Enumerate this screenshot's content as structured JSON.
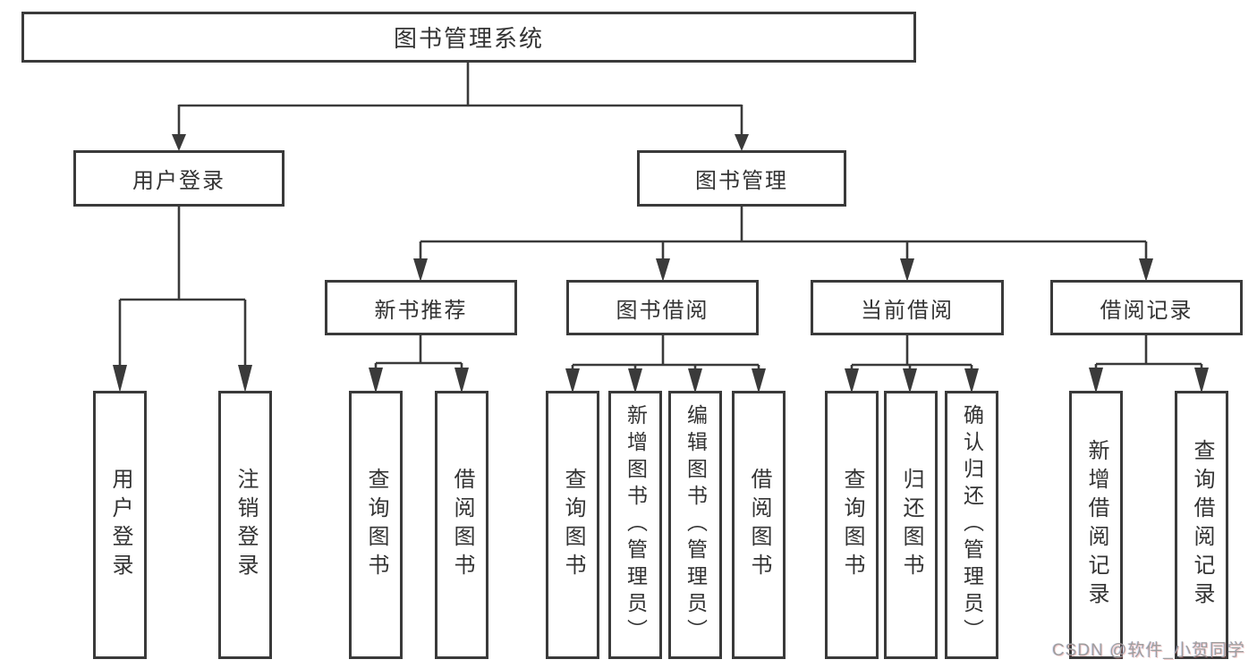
{
  "tree": {
    "root": {
      "label": "图书管理系统"
    },
    "branches": [
      {
        "label": "用户登录",
        "children": [
          {
            "label": "用户登录"
          },
          {
            "label": "注销登录"
          }
        ]
      },
      {
        "label": "图书管理",
        "children": [
          {
            "label": "新书推荐",
            "children": [
              {
                "label": "查询图书"
              },
              {
                "label": "借阅图书"
              }
            ]
          },
          {
            "label": "图书借阅",
            "children": [
              {
                "label": "查询图书"
              },
              {
                "label": "新增图书（管理员）"
              },
              {
                "label": "编辑图书（管理员）"
              },
              {
                "label": "借阅图书"
              }
            ]
          },
          {
            "label": "当前借阅",
            "children": [
              {
                "label": "查询图书"
              },
              {
                "label": "归还图书"
              },
              {
                "label": "确认归还（管理员）"
              }
            ]
          },
          {
            "label": "借阅记录",
            "children": [
              {
                "label": "新增借阅记录"
              },
              {
                "label": "查询借阅记录"
              }
            ]
          }
        ]
      }
    ]
  },
  "watermark": "CSDN @软件_小贺同学",
  "colors": {
    "line": "#3a3a3a",
    "text": "#333333",
    "watermark": "#9e9e9e",
    "background": "#ffffff"
  }
}
